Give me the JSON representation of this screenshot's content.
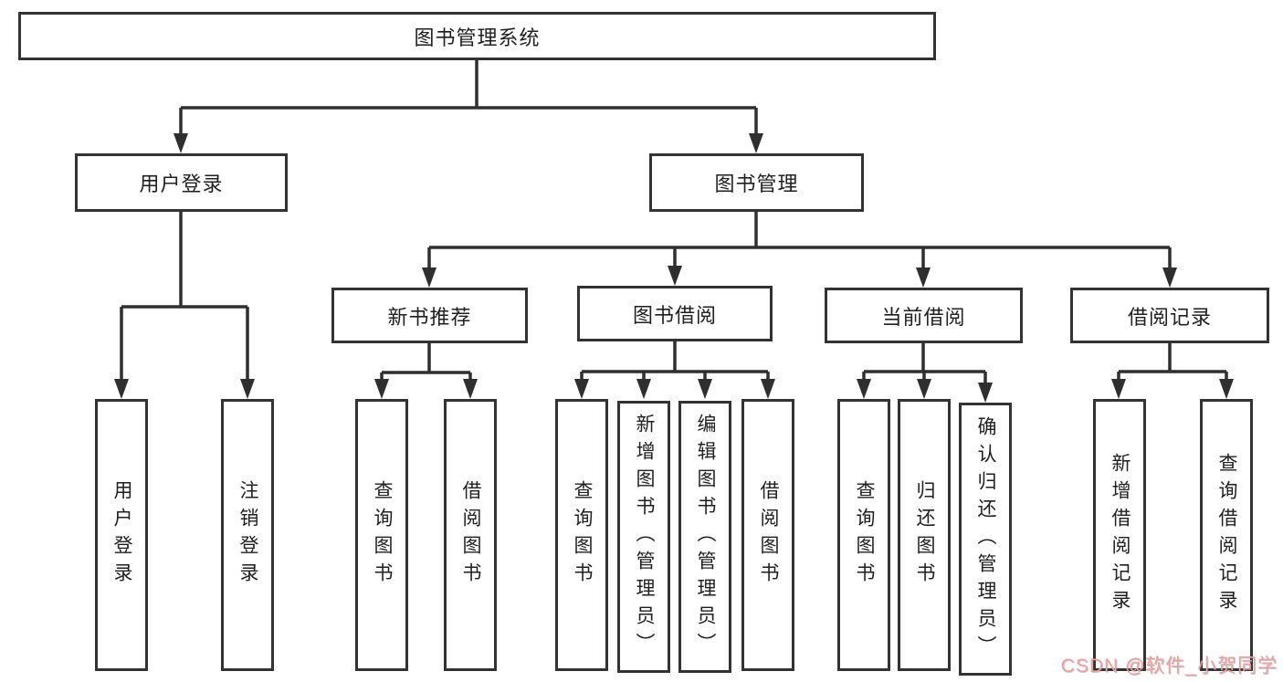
{
  "diagram": {
    "nodes": {
      "root": "图书管理系统",
      "user_login": "用户登录",
      "book_mgmt": "图书管理",
      "new_book_rec": "新书推荐",
      "book_borrow": "图书借阅",
      "current_borrow": "当前借阅",
      "borrow_record": "借阅记录"
    },
    "leaves": [
      "用户登录",
      "注销登录",
      "查询图书",
      "借阅图书",
      "查询图书",
      "新增图书（管理员）",
      "编辑图书（管理员）",
      "借阅图书",
      "查询图书",
      "归还图书",
      "确认归还（管理员）",
      "新增借阅记录",
      "查询借阅记录"
    ],
    "watermark": "CSDN @软件_小贺同学",
    "colors": {
      "line": "#2f2f2f",
      "box_border": "#333333",
      "text": "#1f1f1f",
      "watermark": "#ee9f9f"
    }
  }
}
